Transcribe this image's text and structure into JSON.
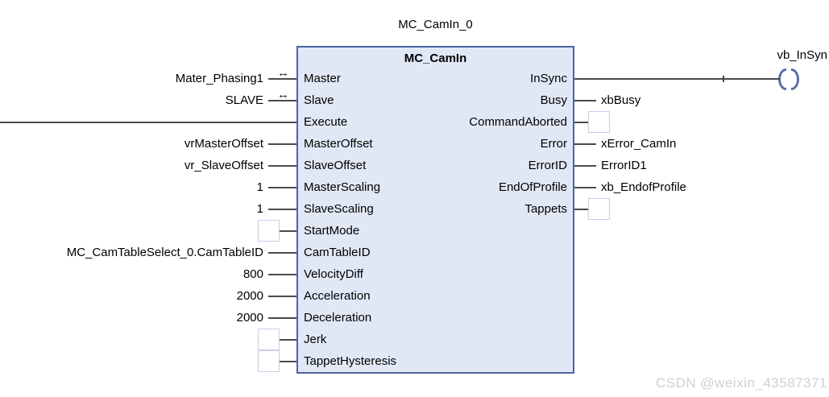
{
  "diagram": {
    "instance_title": "MC_CamIn_0",
    "block_type": "MC_CamIn",
    "coil": {
      "label": "vb_InSyn"
    },
    "watermark": "CSDN @weixin_43587371",
    "icons": {
      "inout_arrow": "↔"
    },
    "colors": {
      "block_fill": "#e1e8f5",
      "block_border": "#4c64a0",
      "wire": "#4a4a4a",
      "empty_box_border": "#c9cde8",
      "coil_stroke": "#5471ae",
      "watermark_text": "#d0d0d0"
    },
    "inputs": [
      {
        "pin": "Master",
        "operand": "Mater_Phasing1",
        "connector": "inout-arrow"
      },
      {
        "pin": "Slave",
        "operand": "SLAVE",
        "connector": "inout-arrow"
      },
      {
        "pin": "Execute",
        "operand": "",
        "connector": "rail"
      },
      {
        "pin": "MasterOffset",
        "operand": "vrMasterOffset",
        "connector": "wire"
      },
      {
        "pin": "SlaveOffset",
        "operand": "vr_SlaveOffset",
        "connector": "wire"
      },
      {
        "pin": "MasterScaling",
        "operand": "1",
        "connector": "wire"
      },
      {
        "pin": "SlaveScaling",
        "operand": "1",
        "connector": "wire"
      },
      {
        "pin": "StartMode",
        "operand": "",
        "connector": "empty-box"
      },
      {
        "pin": "CamTableID",
        "operand": "MC_CamTableSelect_0.CamTableID",
        "connector": "wire"
      },
      {
        "pin": "VelocityDiff",
        "operand": "800",
        "connector": "wire"
      },
      {
        "pin": "Acceleration",
        "operand": "2000",
        "connector": "wire"
      },
      {
        "pin": "Deceleration",
        "operand": "2000",
        "connector": "wire"
      },
      {
        "pin": "Jerk",
        "operand": "",
        "connector": "empty-box"
      },
      {
        "pin": "TappetHysteresis",
        "operand": "",
        "connector": "empty-box"
      }
    ],
    "outputs": [
      {
        "pin": "InSync",
        "operand": "vb_InSyn",
        "connector": "coil"
      },
      {
        "pin": "Busy",
        "operand": "xbBusy",
        "connector": "wire"
      },
      {
        "pin": "CommandAborted",
        "operand": "",
        "connector": "empty-box"
      },
      {
        "pin": "Error",
        "operand": "xError_CamIn",
        "connector": "wire"
      },
      {
        "pin": "ErrorID",
        "operand": "ErrorID1",
        "connector": "wire"
      },
      {
        "pin": "EndOfProfile",
        "operand": "xb_EndofProfile",
        "connector": "wire"
      },
      {
        "pin": "Tappets",
        "operand": "",
        "connector": "empty-box"
      }
    ]
  }
}
